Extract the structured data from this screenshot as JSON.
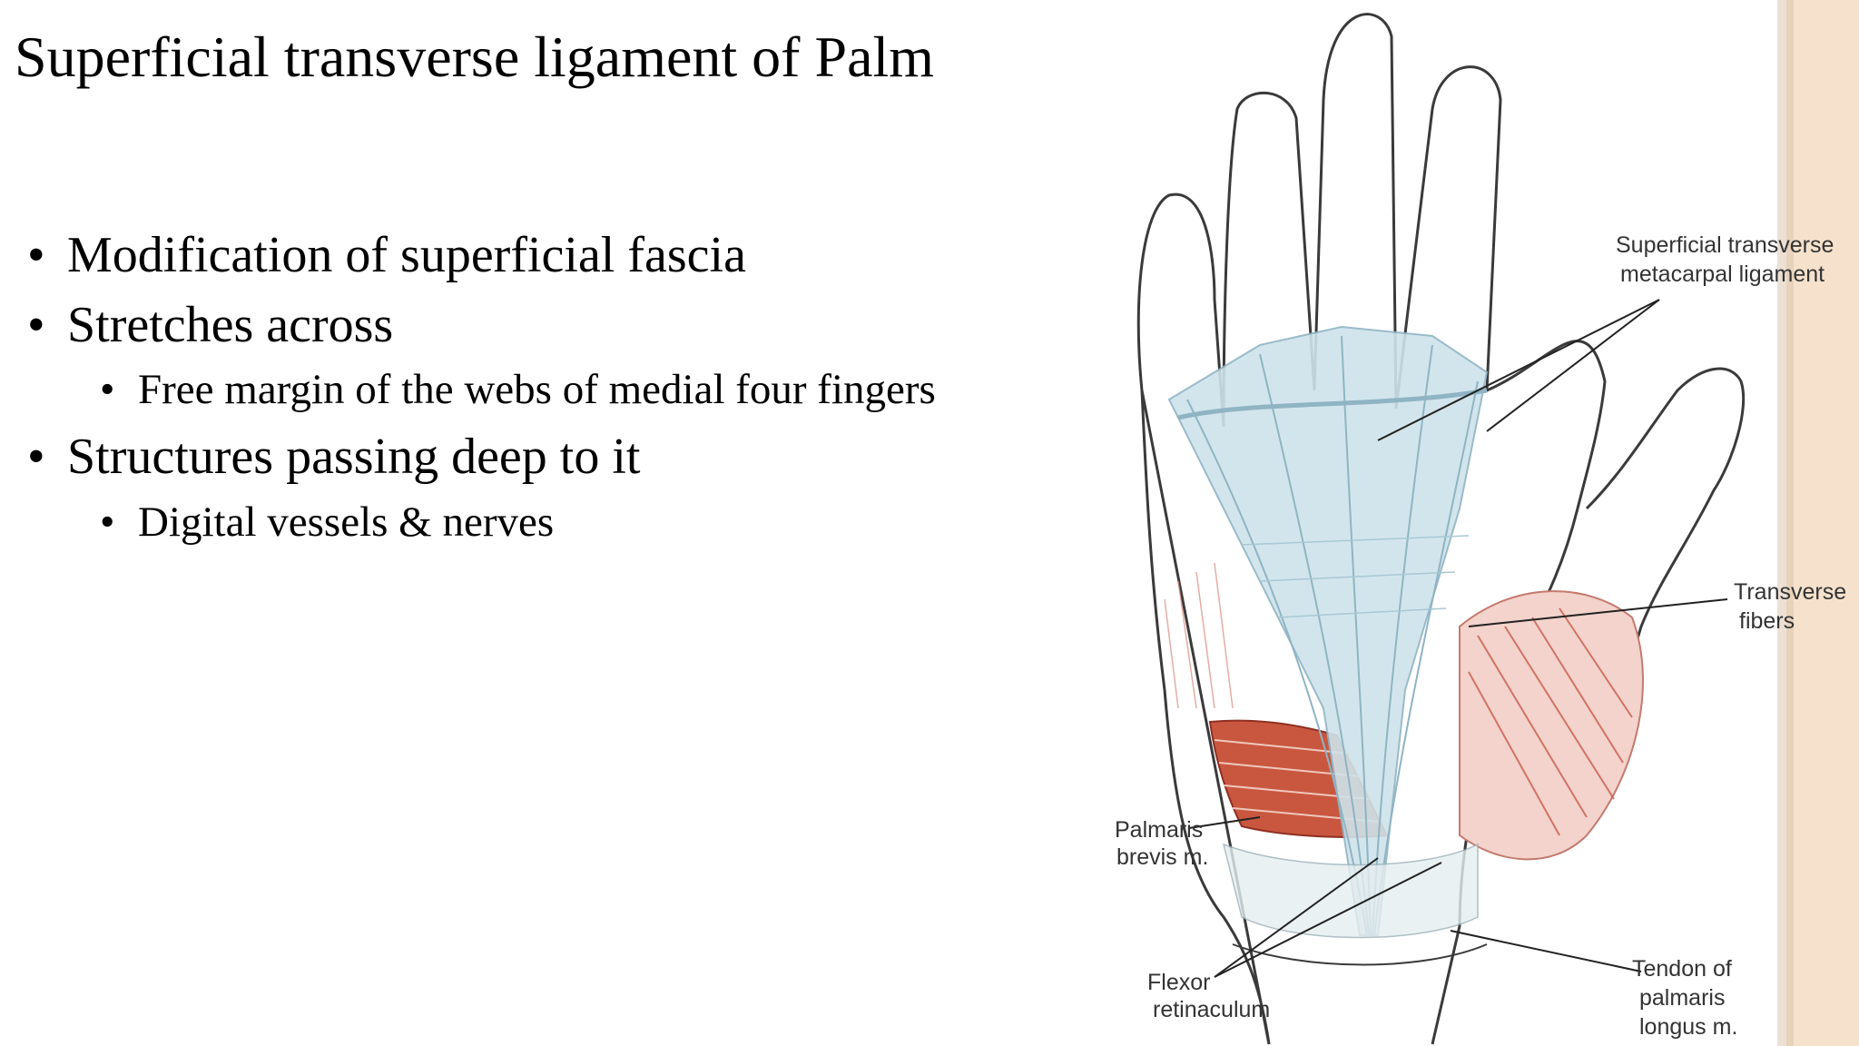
{
  "title": "Superficial transverse ligament of Palm",
  "bullets": [
    {
      "text": "Modification of superficial fascia"
    },
    {
      "text": "Stretches across",
      "sub": [
        "Free margin of the webs of medial four fingers"
      ]
    },
    {
      "text": "Structures passing deep to it",
      "sub": [
        "Digital vessels & nerves"
      ]
    }
  ],
  "figure": {
    "labels": {
      "superficial_line1": "Superficial transverse",
      "superficial_line2": "metacarpal ligament",
      "transverse_line1": "Transverse",
      "transverse_line2": "fibers",
      "palmaris_line1": "Palmaris",
      "palmaris_line2": "brevis m.",
      "flexor_line1": "Flexor",
      "flexor_line2": "retinaculum",
      "tendon_line1": "Tendon of",
      "tendon_line2": "palmaris",
      "tendon_line3": "longus m."
    },
    "colors": {
      "outline": "#3a3a3a",
      "fascia": "#cfe3ea",
      "fascia_stroke": "#8fb4c4",
      "muscle": "#c44a3a",
      "muscle_light": "#e8a89e",
      "page_edge": "#f3dcc4"
    }
  }
}
